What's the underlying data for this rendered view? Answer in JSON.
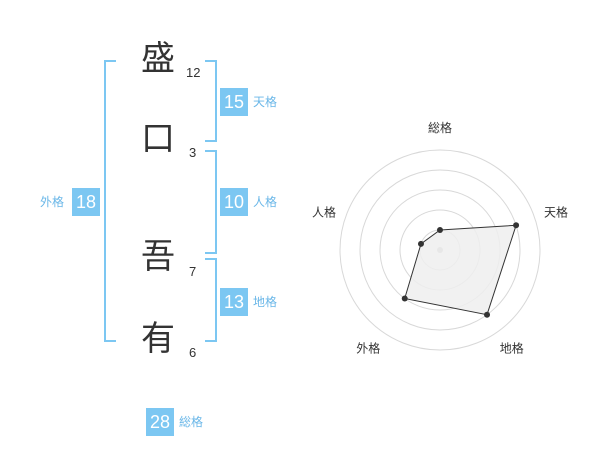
{
  "name": {
    "characters": [
      {
        "char": "盛",
        "strokes": "12"
      },
      {
        "char": "口",
        "strokes": "3"
      },
      {
        "char": "吾",
        "strokes": "7"
      },
      {
        "char": "有",
        "strokes": "6"
      }
    ]
  },
  "fortune": {
    "tenkaku": {
      "value": "15",
      "label": "天格"
    },
    "jinkaku": {
      "value": "10",
      "label": "人格"
    },
    "chikaku": {
      "value": "13",
      "label": "地格"
    },
    "gaikaku": {
      "value": "18",
      "label": "外格"
    },
    "soukaku": {
      "value": "28",
      "label": "総格"
    }
  },
  "chart_data": {
    "type": "radar",
    "axes": [
      "総格",
      "天格",
      "地格",
      "外格",
      "人格"
    ],
    "values": [
      1,
      4,
      4,
      3,
      1
    ],
    "rmax": 5,
    "rings": 5,
    "colors": {
      "fill": "#efefef",
      "line": "#333333",
      "grid": "#d8d8d8",
      "center": "#bbbbbb"
    }
  }
}
